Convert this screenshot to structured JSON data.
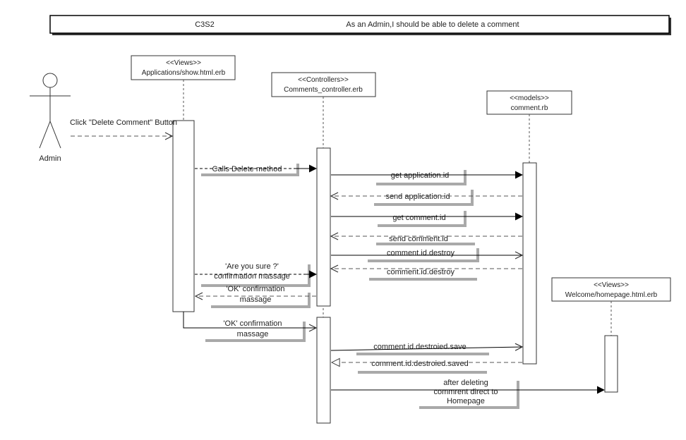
{
  "header": {
    "id": "C3S2",
    "title": "As an Admin,I should be able to delete a comment"
  },
  "actor": {
    "label": "Admin"
  },
  "participants": {
    "view_show": {
      "stereotype": "<<Views>>",
      "name": "Applications/show.html.erb"
    },
    "controller": {
      "stereotype": "<<Controllers>>",
      "name": "Comments_controller.erb"
    },
    "model": {
      "stereotype": "<<models>>",
      "name": "comment.rb"
    },
    "view_home": {
      "stereotype": "<<Views>>",
      "name": "Welcome/homepage.html.erb"
    }
  },
  "messages": {
    "m1": "Click \"Delete Comment\" Button",
    "m2": "Calls Delete method",
    "m3": "get application.id",
    "m4": "send application.id",
    "m5": "get comment.id",
    "m6": "send comment.id",
    "m7": "comment.id.destroy",
    "m8": "comment.id.destroy",
    "m9": [
      "'Are you sure ?'",
      "confirmation massage"
    ],
    "m10": [
      "'OK' confirmation",
      "massage"
    ],
    "m11": [
      "'OK' confirmation",
      "massage"
    ],
    "m12": "comment.id.destroied.save",
    "m13": "comment.id.destroied.saved",
    "m14": [
      "after deleting",
      "commrent direct to",
      "Homepage"
    ]
  },
  "colors": {
    "line": "#000000",
    "dashed": "#555555",
    "shadow": "#a9a9a9",
    "text": "#222222"
  }
}
